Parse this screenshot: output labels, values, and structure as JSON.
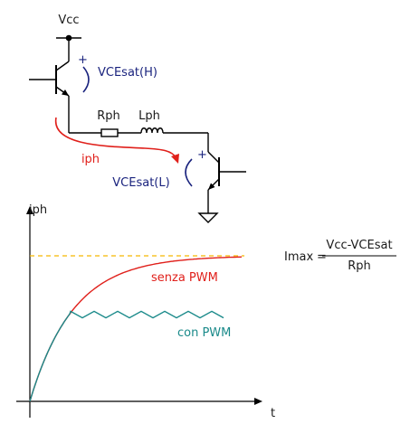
{
  "circuit": {
    "supply_label": "Vcc",
    "vce_high_label": "VCEsat(H)",
    "vce_low_label": "VCEsat(L)",
    "resistor_label": "Rph",
    "inductor_label": "Lph",
    "current_label": "iph",
    "plus_sign": "+"
  },
  "chart_data": {
    "type": "line",
    "ylabel": "iph",
    "xlabel": "t",
    "series": [
      {
        "name": "senza PWM",
        "color": "#e0201b",
        "shape": "exponential-rise"
      },
      {
        "name": "con PWM",
        "color": "#1a8a8a",
        "shape": "exponential-rise-ripple"
      }
    ],
    "asymptote": {
      "style": "dashed",
      "color": "#f5b800"
    }
  },
  "formula": {
    "lhs": "Imax",
    "equals": "=",
    "numerator": "Vcc-VCEsat",
    "denominator": "Rph"
  },
  "colors": {
    "wire": "#000000",
    "vce_arc": "#1a237e",
    "current_arrow": "#e0201b",
    "senza": "#e0201b",
    "con": "#1a8a8a",
    "asymptote": "#f5b800"
  }
}
